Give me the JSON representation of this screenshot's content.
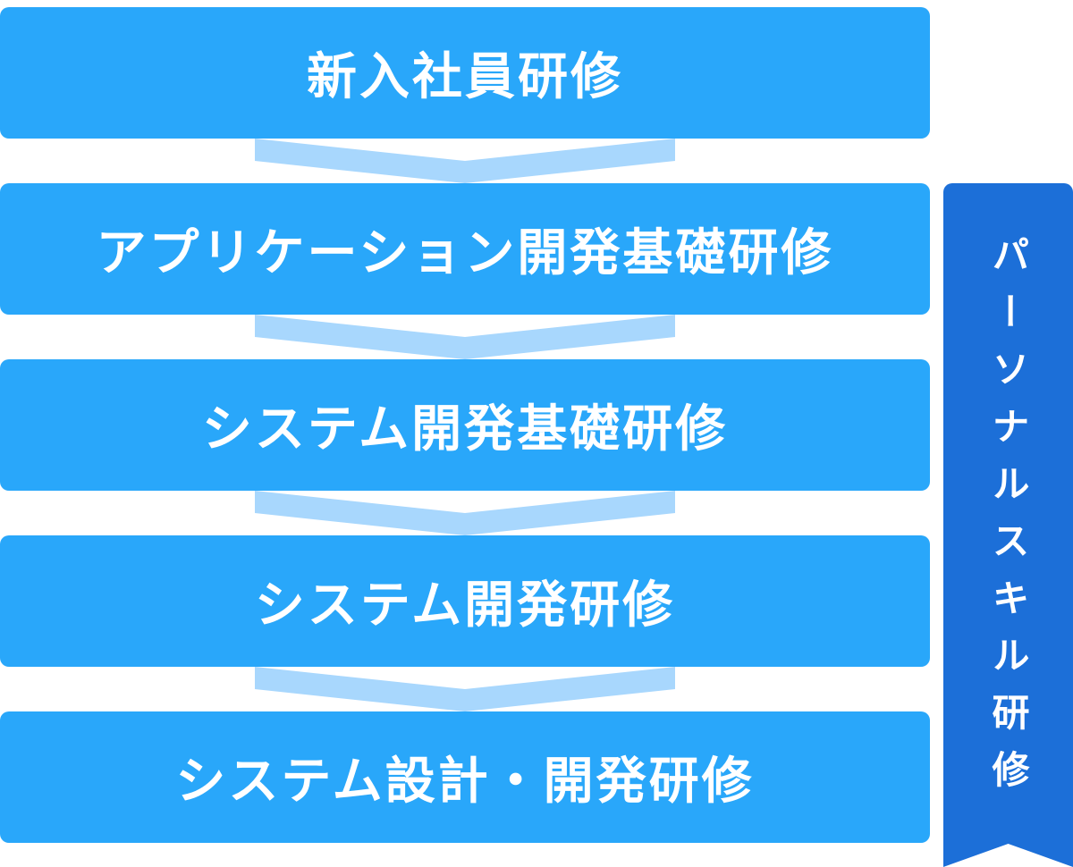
{
  "flow": {
    "steps": [
      {
        "label": "新入社員研修"
      },
      {
        "label": "アプリケーション開発基礎研修"
      },
      {
        "label": "システム開発基礎研修"
      },
      {
        "label": "システム開発研修"
      },
      {
        "label": "システム設計・開発研修"
      }
    ]
  },
  "side_ribbon": {
    "label": "パーソナルスキル研修"
  },
  "colors": {
    "box": "#29a7fa",
    "arrow": "#a8d7fd",
    "ribbon": "#1c6fd8",
    "text": "#ffffff"
  }
}
